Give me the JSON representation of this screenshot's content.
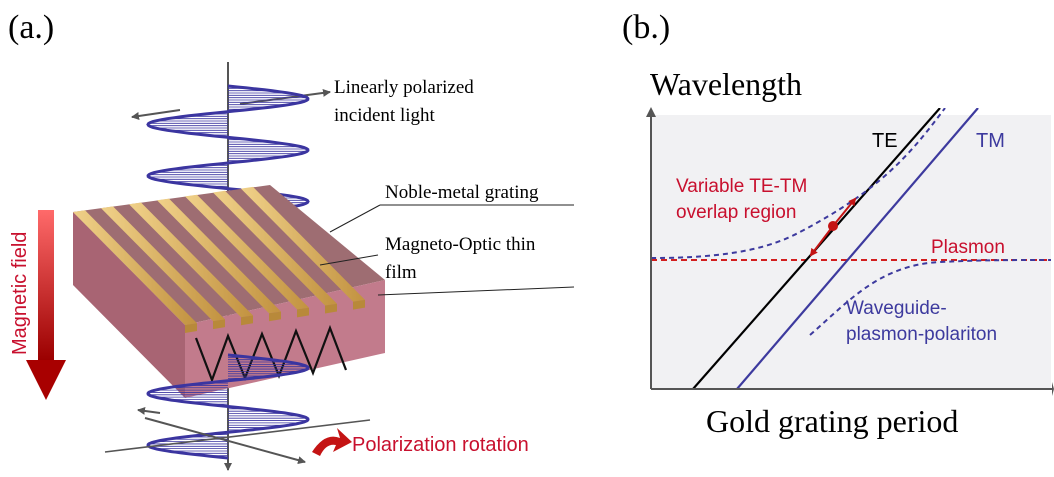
{
  "panel_a": {
    "label": "(a.)",
    "incident_light_line1": "Linearly polarized",
    "incident_light_line2": "incident light",
    "grating_label": "Noble-metal grating",
    "film_label_line1": "Magneto-Optic thin",
    "film_label_line2": "film",
    "magnetic_field_label": "Magnetic field",
    "rotation_label": "Polarization rotation",
    "colors": {
      "wave": "#3b35a0",
      "gold": "#d9b25a",
      "film_front": "#c27b8c",
      "film_top": "#9e6d72",
      "arrow_red": "#c41414",
      "text_red": "#c8102e"
    }
  },
  "panel_b": {
    "label": "(b.)",
    "y_axis_label": "Wavelength",
    "x_axis_label": "Gold grating period",
    "te_label": "TE",
    "tm_label": "TM",
    "overlap_line1": "Variable TE-TM",
    "overlap_line2": "overlap region",
    "plasmon_label": "Plasmon",
    "wpp_line1": "Waveguide-",
    "wpp_line2": "plasmon-polariton",
    "colors": {
      "panel_bg": "#f1f1f3",
      "te": "#000000",
      "tm": "#3d3a9e",
      "plasmon": "#d21e1e",
      "red_text": "#c8102e",
      "blue_text": "#3d3a9e"
    }
  }
}
